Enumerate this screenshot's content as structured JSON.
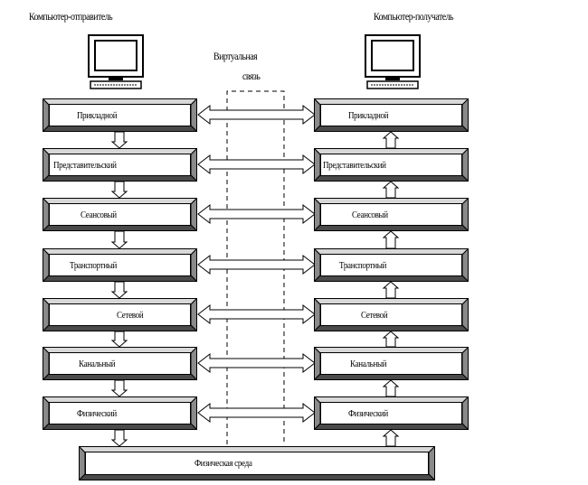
{
  "sender": {
    "title": "Компьютер-отправитель",
    "icon": "computer-icon"
  },
  "receiver": {
    "title": "Компьютер-получатель",
    "icon": "computer-icon"
  },
  "virtual_link": {
    "line1": "Виртуальная",
    "line2": "связь"
  },
  "layers": [
    {
      "left": "Прикладной",
      "right": "Прикладной"
    },
    {
      "left": "Представительский",
      "right": "Представительский"
    },
    {
      "left": "Сеансовый",
      "right": "Сеансовый"
    },
    {
      "left": "Транспортный",
      "right": "Транспортный"
    },
    {
      "left": "Сетевой",
      "right": "Сетевой"
    },
    {
      "left": "Канальный",
      "right": "Канальный"
    },
    {
      "left": "Физический",
      "right": "Физический"
    }
  ],
  "medium": {
    "label": "Физическая среда"
  },
  "colors": {
    "bevel_top": "#d8d8d8",
    "bevel_side": "#8a8a8a",
    "bevel_bottom": "#4a4a4a",
    "arrow_fill": "#ffffff"
  }
}
